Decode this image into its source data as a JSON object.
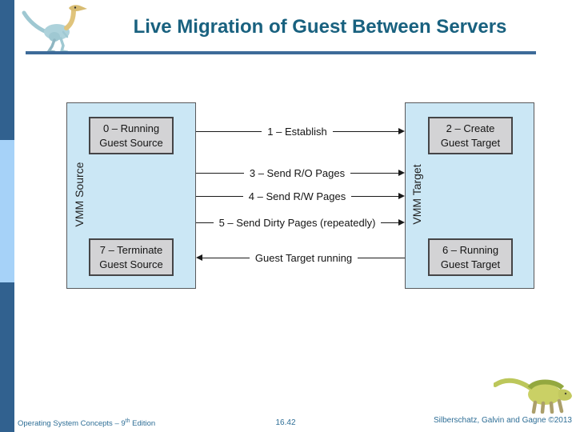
{
  "header": {
    "title": "Live Migration of Guest Between Servers"
  },
  "diagram": {
    "source": {
      "label": "VMM Source",
      "boxes": [
        {
          "line1": "0 – Running",
          "line2": "Guest Source"
        },
        {
          "line1": "7 – Terminate",
          "line2": "Guest Source"
        }
      ]
    },
    "target": {
      "label": "VMM Target",
      "boxes": [
        {
          "line1": "2 – Create",
          "line2": "Guest Target"
        },
        {
          "line1": "6 – Running",
          "line2": "Guest Target"
        }
      ]
    },
    "arrows": [
      {
        "label": "1 – Establish",
        "direction": "right"
      },
      {
        "label": "3 – Send R/O Pages",
        "direction": "right"
      },
      {
        "label": "4 – Send R/W Pages",
        "direction": "right"
      },
      {
        "label": "5 – Send Dirty Pages (repeatedly)",
        "direction": "right"
      },
      {
        "label": "Guest Target running",
        "direction": "left"
      }
    ]
  },
  "footer": {
    "book_prefix": "Operating System Concepts – 9",
    "book_sup": "th",
    "book_suffix": " Edition",
    "page": "16.42",
    "authors": "Silberschatz, Galvin and Gagne ©2013"
  },
  "icons": {
    "top_left": "dinosaur-logo-icon",
    "bottom_right": "dinosaur-footer-icon"
  },
  "colors": {
    "title": "#19617F",
    "underline": "#3D6B99",
    "sidebar_dark": "#31618F",
    "sidebar_light": "#A6D2F8",
    "vmm_box_fill": "#CBE7F5",
    "inner_box_fill": "#D3D3D5",
    "arrow": "#1A1A1A",
    "footer_text": "#2E6E96"
  }
}
